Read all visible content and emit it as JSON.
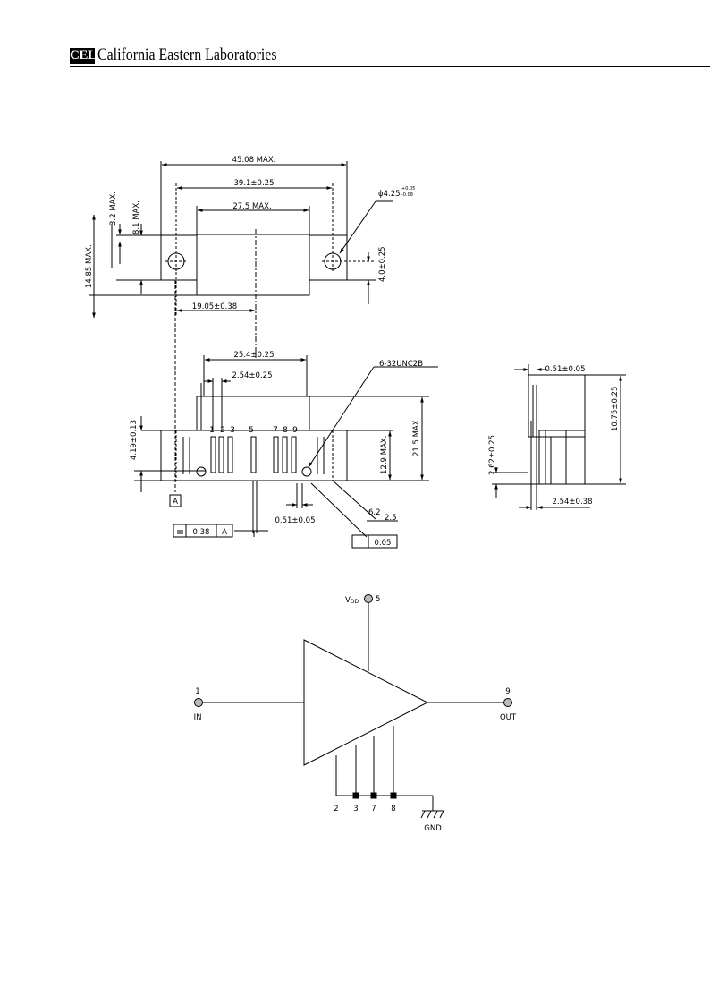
{
  "header": {
    "logo_text": "CEL",
    "company": "California Eastern Laboratories"
  },
  "outline_drawing": {
    "dims": {
      "overall_width": "45.08 MAX.",
      "hole_pitch": "39.1±0.25",
      "body_width": "27.5 MAX.",
      "hole_dia": "ϕ4.25",
      "hole_dia_tol_plus": "+0.05",
      "hole_dia_tol_minus": "-0.08",
      "top_height": "3.2 MAX.",
      "flange_height": "8.1 MAX.",
      "overall_height": "14.85 MAX.",
      "hole_offset": "4.0±0.25",
      "center_offset": "19.05±0.38",
      "pin_span": "25.4±0.25",
      "pin_pitch": "2.54±0.25",
      "thread": "6-32UNC2B",
      "flange_thickness": "4.19±0.13",
      "body_height": "12.9 MAX.",
      "total_height": "21.5 MAX.",
      "pin_width": "0.51±0.05",
      "pin_length": "6.2",
      "pin_extra": "2.5",
      "datum": "A",
      "flatness": "0.38",
      "flatness_datum": "A",
      "position_tol": "0.05"
    },
    "pins": {
      "p1": "1",
      "p2": "2",
      "p3": "3",
      "p5": "5",
      "p7": "7",
      "p8": "8",
      "p9": "9"
    },
    "side_view": {
      "pin_width": "0.51±0.05",
      "height": "10.75±0.25",
      "offset": "2.62±0.25",
      "pitch": "2.54±0.38"
    }
  },
  "schematic": {
    "vdd_label": "V",
    "vdd_sub": "DD",
    "vdd_pin": "5",
    "in_pin": "1",
    "in_label": "IN",
    "out_pin": "9",
    "out_label": "OUT",
    "gnd_pins": [
      "2",
      "3",
      "7",
      "8"
    ],
    "gnd_label": "GND"
  }
}
